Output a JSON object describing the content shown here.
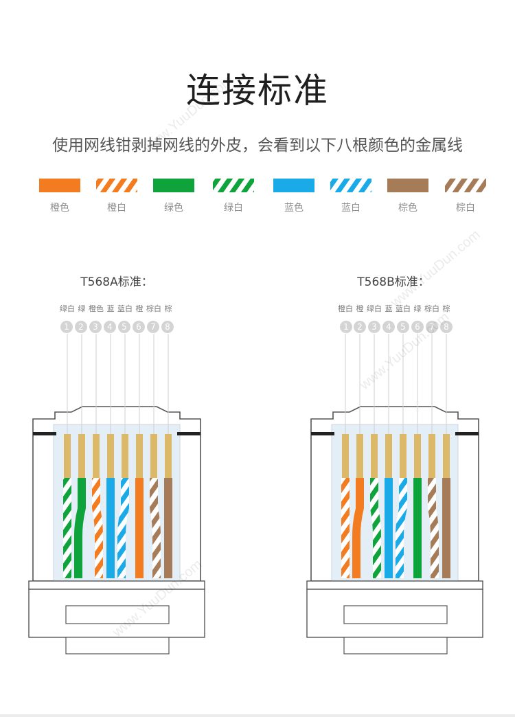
{
  "title": "连接标准",
  "subtitle": "使用网线钳剥掉网线的外皮，会看到以下八根颜色的金属线",
  "swatches": [
    {
      "label": "橙色",
      "color": "#f47c20",
      "striped": false
    },
    {
      "label": "橙白",
      "color": "#f47c20",
      "striped": true
    },
    {
      "label": "绿色",
      "color": "#0fa33b",
      "striped": false
    },
    {
      "label": "绿白",
      "color": "#0fa33b",
      "striped": true
    },
    {
      "label": "蓝色",
      "color": "#1aaae8",
      "striped": false
    },
    {
      "label": "蓝白",
      "color": "#1aaae8",
      "striped": true
    },
    {
      "label": "棕色",
      "color": "#a57b58",
      "striped": false
    },
    {
      "label": "棕白",
      "color": "#a57b58",
      "striped": true
    }
  ],
  "standards": [
    {
      "name": "T568A标准：",
      "pins": [
        {
          "label": "绿白",
          "num": "1",
          "color": "#0fa33b",
          "striped": true
        },
        {
          "label": "绿",
          "num": "2",
          "color": "#0fa33b",
          "striped": false
        },
        {
          "label": "橙色",
          "num": "3",
          "color": "#f47c20",
          "striped": true
        },
        {
          "label": "蓝",
          "num": "4",
          "color": "#1aaae8",
          "striped": false
        },
        {
          "label": "蓝白",
          "num": "5",
          "color": "#1aaae8",
          "striped": true
        },
        {
          "label": "橙",
          "num": "6",
          "color": "#f47c20",
          "striped": false
        },
        {
          "label": "棕白",
          "num": "7",
          "color": "#a57b58",
          "striped": true
        },
        {
          "label": "棕",
          "num": "8",
          "color": "#a57b58",
          "striped": false
        }
      ]
    },
    {
      "name": "T568B标准：",
      "pins": [
        {
          "label": "橙白",
          "num": "1",
          "color": "#f47c20",
          "striped": true
        },
        {
          "label": "橙",
          "num": "2",
          "color": "#f47c20",
          "striped": false
        },
        {
          "label": "绿白",
          "num": "3",
          "color": "#0fa33b",
          "striped": true
        },
        {
          "label": "蓝",
          "num": "4",
          "color": "#1aaae8",
          "striped": false
        },
        {
          "label": "蓝白",
          "num": "5",
          "color": "#1aaae8",
          "striped": true
        },
        {
          "label": "绿",
          "num": "6",
          "color": "#0fa33b",
          "striped": false
        },
        {
          "label": "棕白",
          "num": "7",
          "color": "#a57b58",
          "striped": true
        },
        {
          "label": "棕",
          "num": "8",
          "color": "#a57b58",
          "striped": false
        }
      ]
    }
  ],
  "colors": {
    "gold": "#dcb869",
    "housing": "#e3eef6",
    "outline": "#555555"
  },
  "watermark": "www.YuuDun.com"
}
